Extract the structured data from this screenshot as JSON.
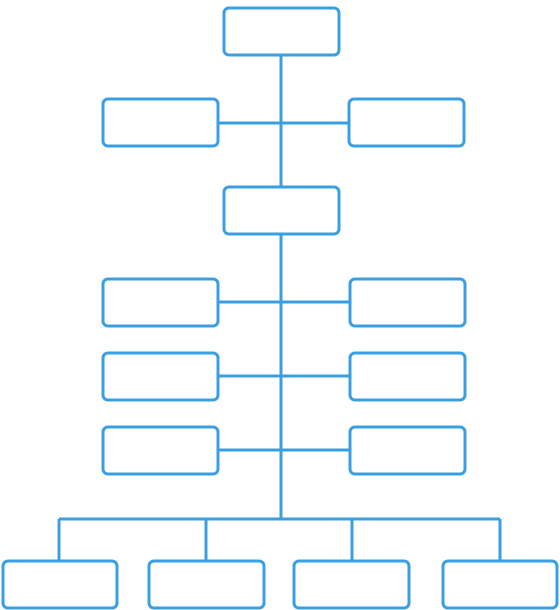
{
  "diagram": {
    "type": "org-chart",
    "colors": {
      "line": "#3a9fe0",
      "box_fill": "#ffffff"
    },
    "nodes": [
      {
        "id": "top",
        "label": ""
      },
      {
        "id": "side-left",
        "label": ""
      },
      {
        "id": "side-right",
        "label": ""
      },
      {
        "id": "middle",
        "label": ""
      },
      {
        "id": "branch-left-1",
        "label": ""
      },
      {
        "id": "branch-right-1",
        "label": ""
      },
      {
        "id": "branch-left-2",
        "label": ""
      },
      {
        "id": "branch-right-2",
        "label": ""
      },
      {
        "id": "branch-left-3",
        "label": ""
      },
      {
        "id": "branch-right-3",
        "label": ""
      },
      {
        "id": "bottom-1",
        "label": ""
      },
      {
        "id": "bottom-2",
        "label": ""
      },
      {
        "id": "bottom-3",
        "label": ""
      },
      {
        "id": "bottom-4",
        "label": ""
      }
    ],
    "edges": [
      {
        "from": "top",
        "to": "side-left"
      },
      {
        "from": "top",
        "to": "side-right"
      },
      {
        "from": "top",
        "to": "middle"
      },
      {
        "from": "middle",
        "to": "branch-left-1"
      },
      {
        "from": "middle",
        "to": "branch-right-1"
      },
      {
        "from": "middle",
        "to": "branch-left-2"
      },
      {
        "from": "middle",
        "to": "branch-right-2"
      },
      {
        "from": "middle",
        "to": "branch-left-3"
      },
      {
        "from": "middle",
        "to": "branch-right-3"
      },
      {
        "from": "middle",
        "to": "bottom-1"
      },
      {
        "from": "middle",
        "to": "bottom-2"
      },
      {
        "from": "middle",
        "to": "bottom-3"
      },
      {
        "from": "middle",
        "to": "bottom-4"
      }
    ]
  }
}
